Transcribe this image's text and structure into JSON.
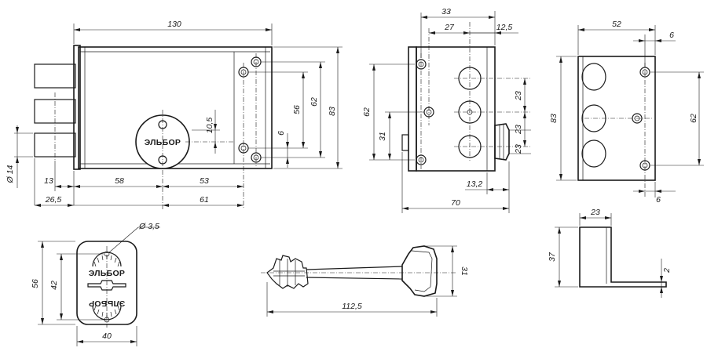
{
  "brand": "ЭЛЬБОР",
  "dims": {
    "body_length": "130",
    "body_height": "83",
    "bolt_span": "62",
    "hole_span": "56",
    "cyl_offset": "10,5",
    "small_6": "6",
    "bolt_dia": "Ø 14",
    "dim_13": "13",
    "dim_26_5": "26,5",
    "dim_58": "58",
    "dim_53": "53",
    "dim_61": "61",
    "side_33": "33",
    "side_27": "27",
    "side_12_5": "12,5",
    "side_62": "62",
    "side_31": "31",
    "side_23a": "23",
    "side_23b": "23",
    "side_23c": "23",
    "side_13_2": "13,2",
    "side_70": "70",
    "strike_52": "52",
    "strike_6a": "6",
    "strike_83": "83",
    "strike_62": "62",
    "strike_6b": "6",
    "esc_hole": "Ø 3,5",
    "esc_56": "56",
    "esc_42": "42",
    "esc_40": "40",
    "key_31": "31",
    "key_112_5": "112,5",
    "bracket_23": "23",
    "bracket_37": "37",
    "bracket_2": "2"
  }
}
